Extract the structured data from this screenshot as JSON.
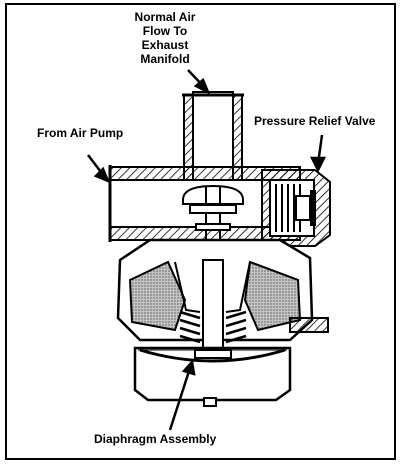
{
  "labels": {
    "normal_air_flow": [
      "Normal Air",
      "Flow To",
      "Exhaust",
      "Manifold"
    ],
    "from_air_pump": "From Air Pump",
    "pressure_relief_valve": "Pressure Relief Valve",
    "diaphragm_assembly": "Diaphragm Assembly"
  },
  "colors": {
    "ink": "#000000",
    "background": "#ffffff",
    "shade": "#b8b8b8"
  }
}
